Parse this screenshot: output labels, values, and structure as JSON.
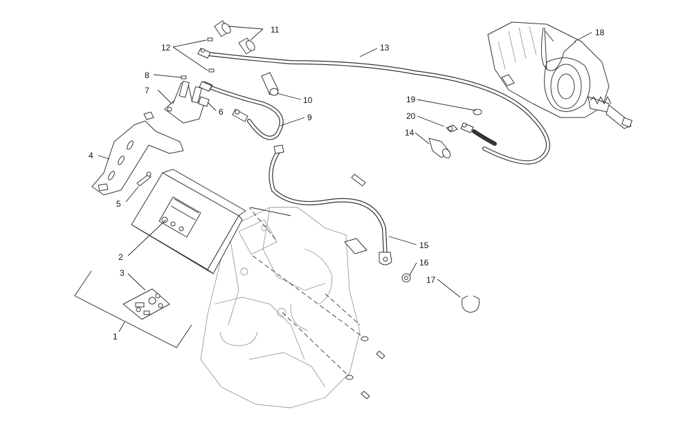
{
  "callouts": [
    {
      "id": "c1",
      "label": "1"
    },
    {
      "id": "c2",
      "label": "2"
    },
    {
      "id": "c3",
      "label": "3"
    },
    {
      "id": "c4",
      "label": "4"
    },
    {
      "id": "c5",
      "label": "5"
    },
    {
      "id": "c6",
      "label": "6"
    },
    {
      "id": "c7",
      "label": "7"
    },
    {
      "id": "c8",
      "label": "8"
    },
    {
      "id": "c9",
      "label": "9"
    },
    {
      "id": "c10",
      "label": "10"
    },
    {
      "id": "c11",
      "label": "11"
    },
    {
      "id": "c12",
      "label": "12"
    },
    {
      "id": "c13",
      "label": "13"
    },
    {
      "id": "c14",
      "label": "14"
    },
    {
      "id": "c15",
      "label": "15"
    },
    {
      "id": "c16",
      "label": "16"
    },
    {
      "id": "c17",
      "label": "17"
    },
    {
      "id": "c18",
      "label": "18"
    },
    {
      "id": "c19",
      "label": "19"
    },
    {
      "id": "c20",
      "label": "20"
    }
  ],
  "colors": {
    "line": "#222222",
    "ghost": "#9a9a9a",
    "background": "#ffffff"
  }
}
